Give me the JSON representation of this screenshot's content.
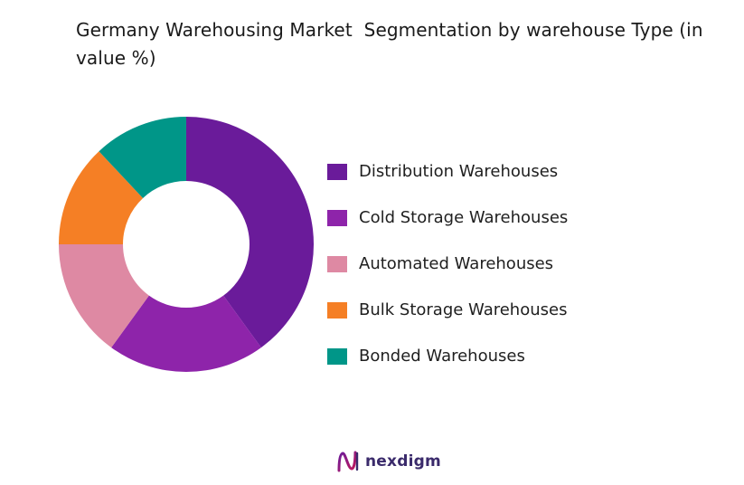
{
  "chart_data": {
    "type": "pie",
    "variant": "donut",
    "title": "Germany Warehousing Market  Segmentation by warehouse Type (in value %)",
    "unit": "%",
    "legend_position": "right",
    "slices": [
      {
        "label": "Distribution Warehouses",
        "value": 40,
        "color": "#6a1b9a"
      },
      {
        "label": "Cold Storage Warehouses",
        "value": 20,
        "color": "#8e24aa"
      },
      {
        "label": "Automated Warehouses",
        "value": 15,
        "color": "#de89a3"
      },
      {
        "label": "Bulk Storage Warehouses",
        "value": 13,
        "color": "#f57f25"
      },
      {
        "label": "Bonded Warehouses",
        "value": 12,
        "color": "#009688"
      }
    ]
  },
  "brand": {
    "name": "nexdigm",
    "logo_icon": "nexdigm-n-logo",
    "color": "#3a2a6b"
  }
}
